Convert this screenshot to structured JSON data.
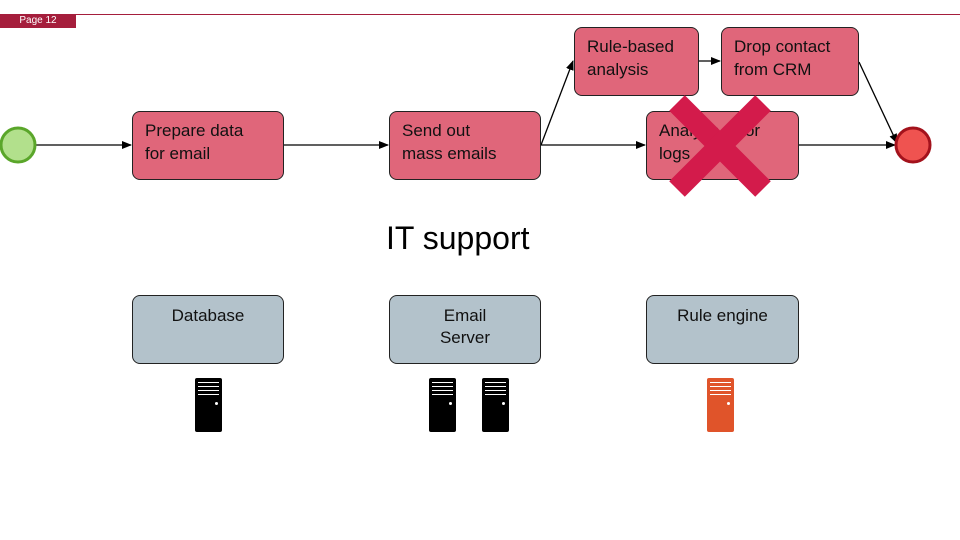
{
  "header": {
    "page_label": "Page 12"
  },
  "process": {
    "tasks": [
      {
        "id": "prepare",
        "label": "Prepare data\nfor email"
      },
      {
        "id": "send",
        "label": "Send out\nmass emails"
      },
      {
        "id": "rule_analysis",
        "label": "Rule-based\nanalysis"
      },
      {
        "id": "drop_contact",
        "label": "Drop contact\nfrom CRM"
      },
      {
        "id": "analyze_logs",
        "label": "Analyze error\nlogs",
        "status": "removed"
      }
    ],
    "start_event_color": "#b2e08c",
    "end_event_color": "#ef5350",
    "removed_mark_color": "#d31b4b"
  },
  "it_support": {
    "title": "IT support",
    "systems": [
      {
        "id": "database",
        "label": "Database",
        "servers": 1
      },
      {
        "id": "email_server",
        "label": "Email\nServer",
        "servers": 2
      },
      {
        "id": "rule_engine",
        "label": "Rule engine",
        "servers": 1,
        "server_color": "#e0542a"
      }
    ]
  },
  "colors": {
    "task_fill": "#e0667a",
    "system_fill": "#b3c2cb",
    "accent": "#a51e3c"
  }
}
